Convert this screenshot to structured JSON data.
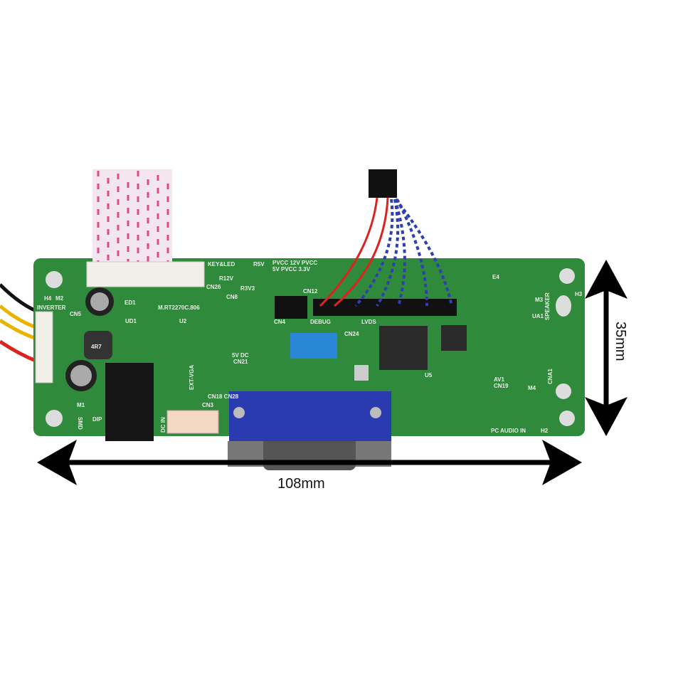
{
  "colors": {
    "board": "#2f8a3c",
    "board_dark": "#226e2e",
    "vga": "#2a3bb0",
    "connector_blue": "#2a86d6",
    "arrow": "#000000"
  },
  "dimensions": {
    "width_label": "108mm",
    "height_label": "35mm"
  },
  "silkscreen": {
    "model": "M.RT2270C.806",
    "key_led": "KEY&LED",
    "inverter": "INVERTER",
    "h4": "H4",
    "m2": "M2",
    "cn5": "CN5",
    "r12v": "R12V",
    "cn26": "CN26",
    "r5v": "R5V",
    "r3v3": "R3V3",
    "pvcc_top": "PVCC 12V PVCC",
    "pvcc_bottom": "5V  PVCC 3.3V",
    "cn8": "CN8",
    "cn12": "CN12",
    "cn4": "CN4",
    "debug": "DEBUG",
    "lvds": "LVDS",
    "cn24": "CN24",
    "u2": "U2",
    "ud1": "UD1",
    "ed1": "ED1",
    "dc5v": "5V DC",
    "cn21": "CN21",
    "ext_vga": "EXT-VGA",
    "cn18_cn28": "CN18 CN28",
    "cn3": "CN3",
    "dc_in": "DC IN",
    "dip": "DIP",
    "smd": "SMD",
    "m1": "M1",
    "u5": "U5",
    "e4": "E4",
    "ua1": "UA1",
    "speaker": "SPEAKER",
    "h3": "H3",
    "m3": "M3",
    "cna1": "CNA1",
    "av1": "AV1",
    "cn19": "CN19",
    "m4": "M4",
    "pc_audio_in": "PC AUDIO IN",
    "h2": "H2",
    "inductor": "4R7"
  }
}
